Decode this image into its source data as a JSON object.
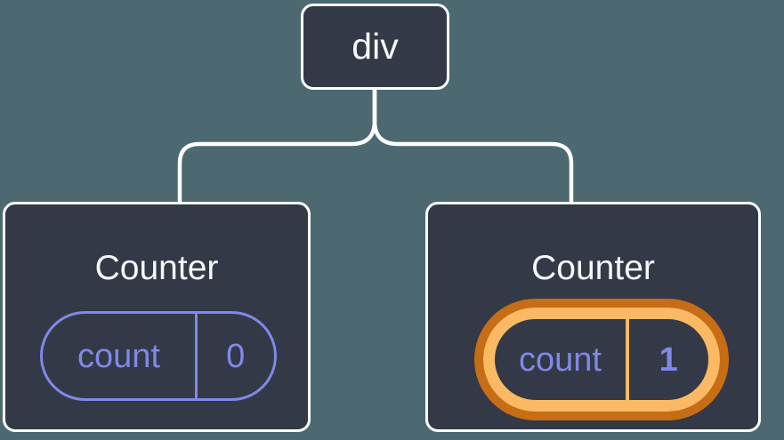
{
  "diagram": {
    "description": "Component tree: a div root with two Counter children; the second Counter's state is highlighted as updated",
    "root": {
      "label": "div"
    },
    "children": [
      {
        "title": "Counter",
        "state_name": "count",
        "state_value": "0",
        "highlighted": false
      },
      {
        "title": "Counter",
        "state_name": "count",
        "state_value": "1",
        "highlighted": true
      }
    ]
  },
  "colors": {
    "background": "#4C6971",
    "node_fill": "#333947",
    "node_border": "#FFFFFF",
    "connector": "#FFFFFF",
    "title_text": "#F6F7F9",
    "state_purple": "#8088E8",
    "highlight_orange_light": "#FBB963",
    "highlight_orange_dark": "#C66D15",
    "sparkle_orange": "#F9BA68"
  },
  "icons": {
    "sparkles": "sparkles-icon"
  }
}
